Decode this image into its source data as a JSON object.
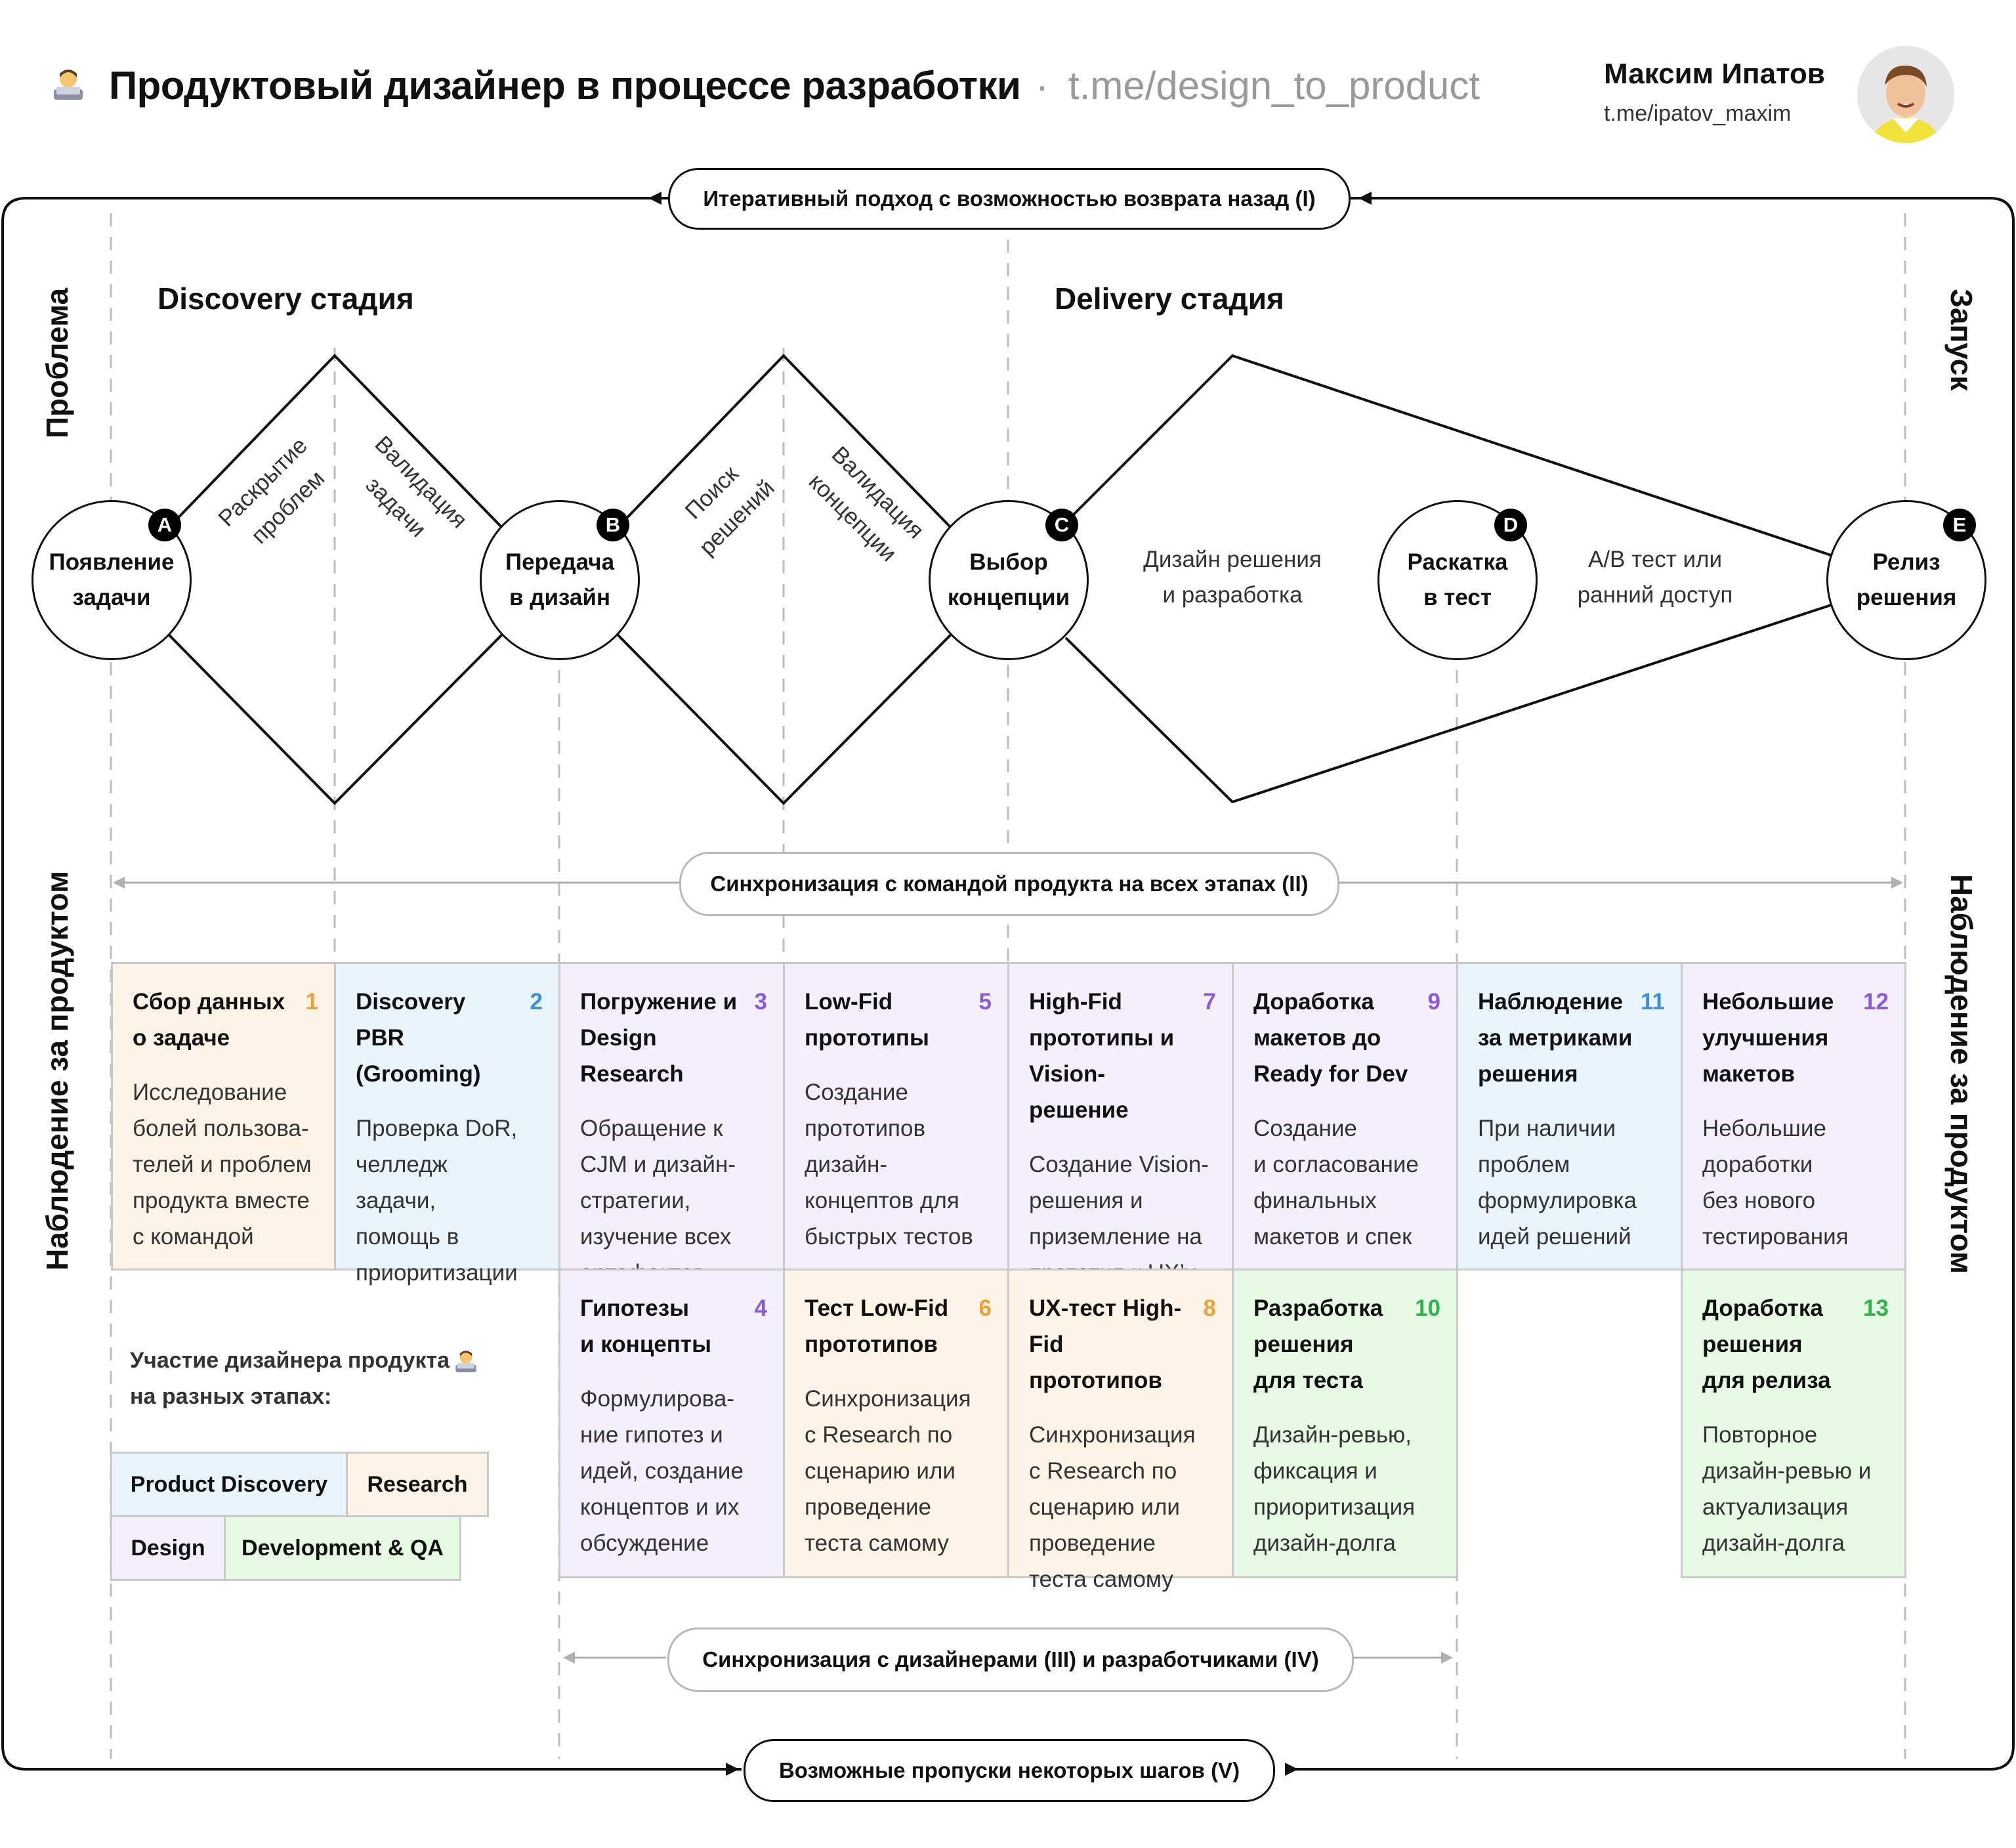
{
  "header": {
    "title": "Продуктовый дизайнер в процессе разработки",
    "separator": "·",
    "channel": "t.me/design_to_product",
    "emoji_icon": "technologist-emoji"
  },
  "author": {
    "name": "Максим Ипатов",
    "link": "t.me/ipatov_maxim"
  },
  "pills": {
    "iterative": "Итеративный подход с возможностью возврата назад (I)",
    "sync_team": "Синхронизация с командой продукта на всех этапах (II)",
    "sync_designers": "Синхронизация с дизайнерами (III) и разработчиками (IV)",
    "skips": "Возможные пропуски некоторых шагов (V)"
  },
  "stages": {
    "discovery": "Discovery стадия",
    "delivery": "Delivery стадия"
  },
  "side_labels": {
    "problem": "Проблема",
    "launch": "Запуск",
    "observe_left": "Наблюдение за продуктом",
    "observe_right": "Наблюдение за продуктом"
  },
  "nodes": [
    {
      "badge": "A",
      "label": "Появление\nзадачи"
    },
    {
      "badge": "B",
      "label": "Передача\nв дизайн"
    },
    {
      "badge": "C",
      "label": "Выбор\nконцепции"
    },
    {
      "badge": "D",
      "label": "Раскатка\nв тест"
    },
    {
      "badge": "E",
      "label": "Релиз\nрешения"
    }
  ],
  "diamond_labels": {
    "reveal": "Раскрытие\nпроблем",
    "validate_task": "Валидация\nзадачи",
    "search": "Поиск\nрешений",
    "validate_concept": "Валидация\nконцепции",
    "design_dev": "Дизайн решения\nи разработка",
    "ab_test": "A/B тест или\nранний доступ"
  },
  "cards": [
    {
      "num": "1",
      "title": "Сбор данных\nо задаче",
      "desc": "Исследование\nболей пользова-\nтелей и проблем\nпродукта вместе\nс командой",
      "color": "#e8a33a"
    },
    {
      "num": "2",
      "title": "Discovery PBR\n(Grooming)",
      "desc": "Проверка DoR,\nчелледж\nзадачи,\nпомощь в\nприоритизации",
      "color": "#3b8fd6"
    },
    {
      "num": "3",
      "title": "Погружение и\nDesign Research",
      "desc": "Обращение к\nCJM и дизайн-\nстратегии,\nизучение всех\nартефактов",
      "color": "#8a5ad8"
    },
    {
      "num": "5",
      "title": "Low-Fid\nпрототипы",
      "desc": "Создание\nпрототипов\nдизайн-\nконцептов для\nбыстрых тестов",
      "color": "#8a5ad8"
    },
    {
      "num": "7",
      "title": "High-Fid\nпрототипы и\nVision-решение",
      "desc": "Создание Vision-\nрешения и\nприземление на\nпрототип к UX’у",
      "color": "#8a5ad8"
    },
    {
      "num": "9",
      "title": "Доработка\nмакетов до\nReady for Dev",
      "desc": "Создание\nи согласование\nфинальных\nмакетов и спек",
      "color": "#8a5ad8"
    },
    {
      "num": "11",
      "title": "Наблюдение\nза метриками\nрешения",
      "desc": "При наличии\nпроблем\nформулировка\nидей решений",
      "color": "#3b8fd6"
    },
    {
      "num": "12",
      "title": "Небольшие\nулучшения\nмакетов",
      "desc": "Небольшие\nдоработки\nбез нового\nтестирования",
      "color": "#8a5ad8"
    },
    {
      "num": "4",
      "title": "Гипотезы\nи концепты",
      "desc": "Формулирова-\nние гипотез и\nидей, создание\nконцептов и их\nобсуждение",
      "color": "#8a5ad8"
    },
    {
      "num": "6",
      "title": "Тест Low-Fid\nпрототипов",
      "desc": "Синхронизация\nс Research по\nсценарию или\nпроведение\nтеста самому",
      "color": "#e8a33a"
    },
    {
      "num": "8",
      "title": "UX-тест High-\nFid прототипов",
      "desc": "Синхронизация\nс Research по\nсценарию или\nпроведение\nтеста самому",
      "color": "#e8a33a"
    },
    {
      "num": "10",
      "title": "Разработка\nрешения\nдля теста",
      "desc": "Дизайн-ревью,\nфиксация и\nприоритизация\nдизайн-долга",
      "color": "#2fb34a"
    },
    {
      "num": "13",
      "title": "Доработка\nрешения\nдля релиза",
      "desc": "Повторное\nдизайн-ревью и\nактуализация\nдизайн-долга",
      "color": "#2fb34a"
    }
  ],
  "legend": {
    "title": "Участие дизайнера продукта\nна разных этапах:",
    "emoji_icon": "technologist-emoji",
    "items": [
      "Product Discovery",
      "Research",
      "Design",
      "Development & QA"
    ]
  },
  "palette": {
    "discovery": "#e9f4fd",
    "research": "#fdf4e7",
    "design": "#f3effc",
    "development": "#e7fbe4"
  }
}
